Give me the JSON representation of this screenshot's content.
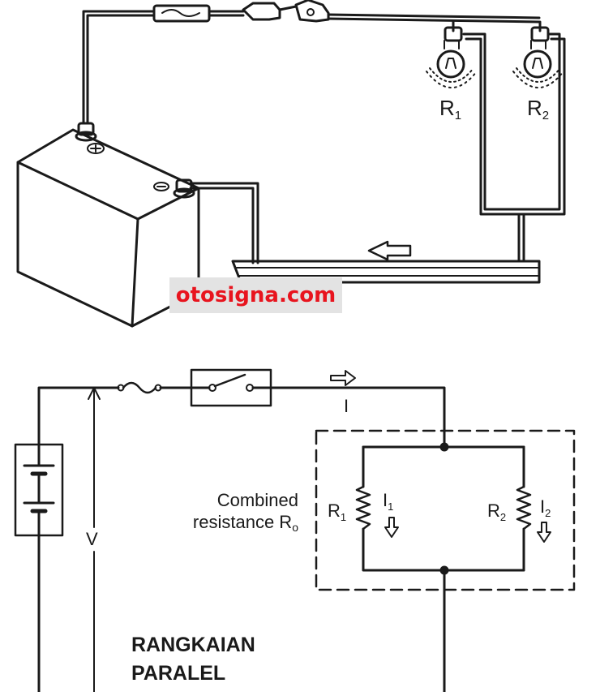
{
  "watermark": {
    "text": "otosigna.com",
    "color": "#e8141e"
  },
  "pictorial": {
    "bulbs": [
      {
        "label": "R",
        "sub": "1"
      },
      {
        "label": "R",
        "sub": "2"
      }
    ]
  },
  "schematic": {
    "current": "I",
    "voltage": "V",
    "combined_label_line1": "Combined",
    "combined_label_line2": "resistance R",
    "combined_label_sub": "o",
    "resistors": [
      {
        "label": "R",
        "sub": "1",
        "current": "I",
        "current_sub": "1"
      },
      {
        "label": "R",
        "sub": "2",
        "current": "I",
        "current_sub": "2"
      }
    ],
    "caption_line1": "RANGKAIAN",
    "caption_line2": "PARALEL"
  }
}
